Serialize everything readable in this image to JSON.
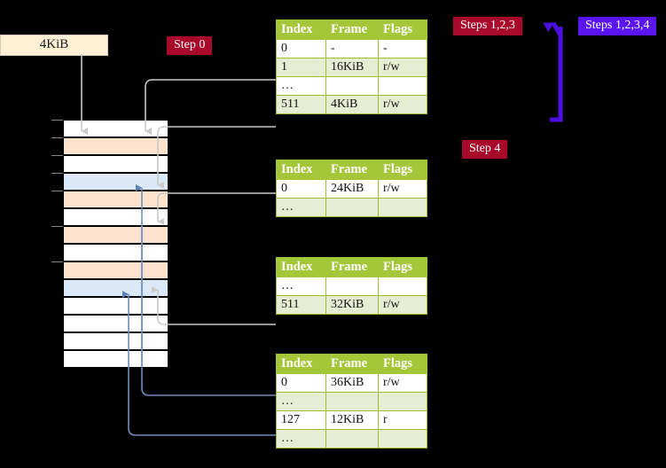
{
  "diagram": {
    "title": "Multi-level page table walk diagram",
    "colors": {
      "background": "#000000",
      "badge_red": "#a8082a",
      "badge_blue": "#5a14f0",
      "table_header": "#a4c639",
      "table_alt_row": "#e7edd3",
      "highlight": "#fbf79e",
      "source_box": "#fdf0d5",
      "mem_orange": "#fde2cd",
      "mem_blue": "#dbe8f7",
      "wire_gray": "#c9c9c9",
      "wire_blue": "#6f8fbe",
      "bracket_blue": "#4b10e0"
    }
  },
  "source_box": {
    "label": "4KiB"
  },
  "badges": [
    {
      "name": "step-0",
      "label": "Step 0",
      "style": "red"
    },
    {
      "name": "steps-1-2-3",
      "label": "Steps 1,2,3",
      "style": "red"
    },
    {
      "name": "steps-1-2-3-4",
      "label": "Steps 1,2,3,4",
      "style": "blue"
    },
    {
      "name": "step-4",
      "label": "Step 4",
      "style": "red"
    }
  ],
  "tables": [
    {
      "name": "page-table-level-0",
      "headers": [
        "Index",
        "Frame",
        "Flags"
      ],
      "rows": [
        {
          "style": "plain",
          "cells": [
            "0",
            "-",
            "-"
          ],
          "highlight": []
        },
        {
          "style": "alt",
          "cells": [
            "1",
            "16KiB",
            "r/w"
          ],
          "highlight": []
        },
        {
          "style": "plain",
          "cells": [
            "…",
            "",
            ""
          ],
          "highlight": []
        },
        {
          "style": "alt",
          "cells": [
            "511",
            "4KiB",
            "r/w"
          ],
          "highlight": [
            0,
            1,
            2
          ]
        }
      ]
    },
    {
      "name": "page-table-level-1",
      "headers": [
        "Index",
        "Frame",
        "Flags"
      ],
      "rows": [
        {
          "style": "plain",
          "cells": [
            "0",
            "24KiB",
            "r/w"
          ],
          "highlight": []
        },
        {
          "style": "alt",
          "cells": [
            "…",
            "",
            ""
          ],
          "highlight": []
        }
      ]
    },
    {
      "name": "page-table-level-2",
      "headers": [
        "Index",
        "Frame",
        "Flags"
      ],
      "rows": [
        {
          "style": "plain",
          "cells": [
            "…",
            "",
            ""
          ],
          "highlight": []
        },
        {
          "style": "alt",
          "cells": [
            "511",
            "32KiB",
            "r/w"
          ],
          "highlight": []
        }
      ]
    },
    {
      "name": "page-table-level-3",
      "headers": [
        "Index",
        "Frame",
        "Flags"
      ],
      "rows": [
        {
          "style": "plain",
          "cells": [
            "0",
            "36KiB",
            "r/w"
          ],
          "highlight": []
        },
        {
          "style": "alt",
          "cells": [
            "…",
            "",
            ""
          ],
          "highlight": []
        },
        {
          "style": "plain",
          "cells": [
            "127",
            "12KiB",
            "r"
          ],
          "highlight": []
        },
        {
          "style": "alt",
          "cells": [
            "…",
            "",
            ""
          ],
          "highlight": []
        }
      ]
    }
  ],
  "memory_column": {
    "name": "physical-memory-frames",
    "row_count": 14,
    "rows": [
      {
        "index": 0,
        "fill": "white"
      },
      {
        "index": 1,
        "fill": "orange"
      },
      {
        "index": 2,
        "fill": "white"
      },
      {
        "index": 3,
        "fill": "blue"
      },
      {
        "index": 4,
        "fill": "orange"
      },
      {
        "index": 5,
        "fill": "white"
      },
      {
        "index": 6,
        "fill": "orange"
      },
      {
        "index": 7,
        "fill": "white"
      },
      {
        "index": 8,
        "fill": "orange"
      },
      {
        "index": 9,
        "fill": "blue"
      },
      {
        "index": 10,
        "fill": "white"
      },
      {
        "index": 11,
        "fill": "white"
      },
      {
        "index": 12,
        "fill": "white"
      },
      {
        "index": 13,
        "fill": "white"
      }
    ],
    "ticks": [
      0,
      1,
      2,
      3,
      4,
      6,
      8
    ]
  }
}
